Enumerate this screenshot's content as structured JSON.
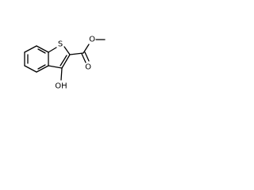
{
  "molecule": {
    "atoms": {
      "sulfur": "S",
      "hydroxyl": "OH",
      "carbonyl_oxygen": "O",
      "ester_oxygen": "O"
    },
    "colors": {
      "bond": "#000000",
      "label": "#000000",
      "background": "#ffffff"
    }
  }
}
